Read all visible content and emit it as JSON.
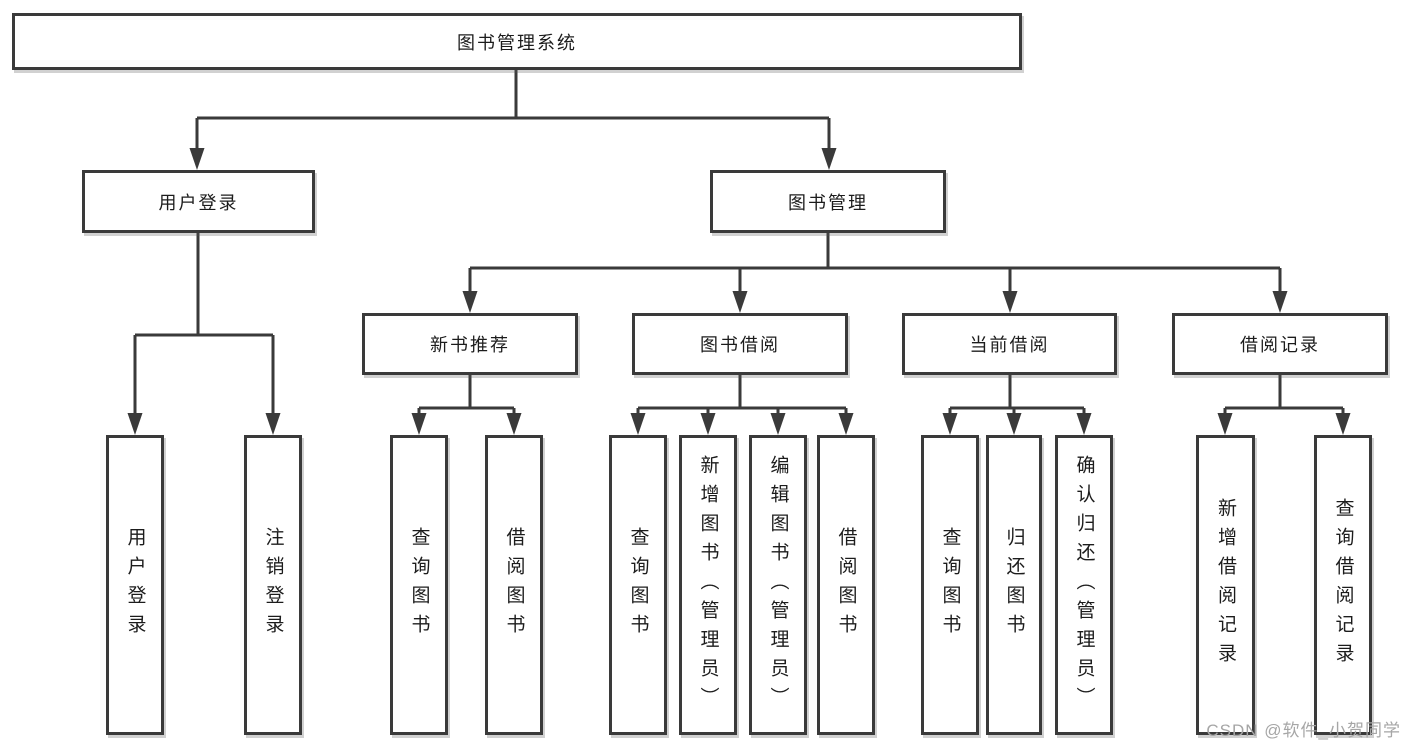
{
  "diagram_title": "图书管理系统",
  "colors": {
    "line": "#3a3a3a",
    "text": "#1c1c1c",
    "background": "#ffffff",
    "box_bg": "#ffffff",
    "watermark": "#a6a6a6"
  },
  "tree": {
    "root": {
      "label": "图书管理系统"
    },
    "level1": [
      {
        "label": "用户登录"
      },
      {
        "label": "图书管理"
      }
    ],
    "level2": [
      {
        "label": "新书推荐",
        "parent": "图书管理"
      },
      {
        "label": "图书借阅",
        "parent": "图书管理"
      },
      {
        "label": "当前借阅",
        "parent": "图书管理"
      },
      {
        "label": "借阅记录",
        "parent": "图书管理"
      }
    ],
    "leaves": [
      {
        "label": "用户登录",
        "parent": "用户登录"
      },
      {
        "label": "注销登录",
        "parent": "用户登录"
      },
      {
        "label": "查询图书",
        "parent": "新书推荐"
      },
      {
        "label": "借阅图书",
        "parent": "新书推荐"
      },
      {
        "label": "查询图书",
        "parent": "图书借阅"
      },
      {
        "label": "新增图书（管理员）",
        "parent": "图书借阅"
      },
      {
        "label": "编辑图书（管理员）",
        "parent": "图书借阅"
      },
      {
        "label": "借阅图书",
        "parent": "图书借阅"
      },
      {
        "label": "查询图书",
        "parent": "当前借阅"
      },
      {
        "label": "归还图书",
        "parent": "当前借阅"
      },
      {
        "label": "确认归还（管理员）",
        "parent": "当前借阅"
      },
      {
        "label": "新增借阅记录",
        "parent": "借阅记录"
      },
      {
        "label": "查询借阅记录",
        "parent": "借阅记录"
      }
    ]
  },
  "watermark": "CSDN @软件_小贺同学"
}
